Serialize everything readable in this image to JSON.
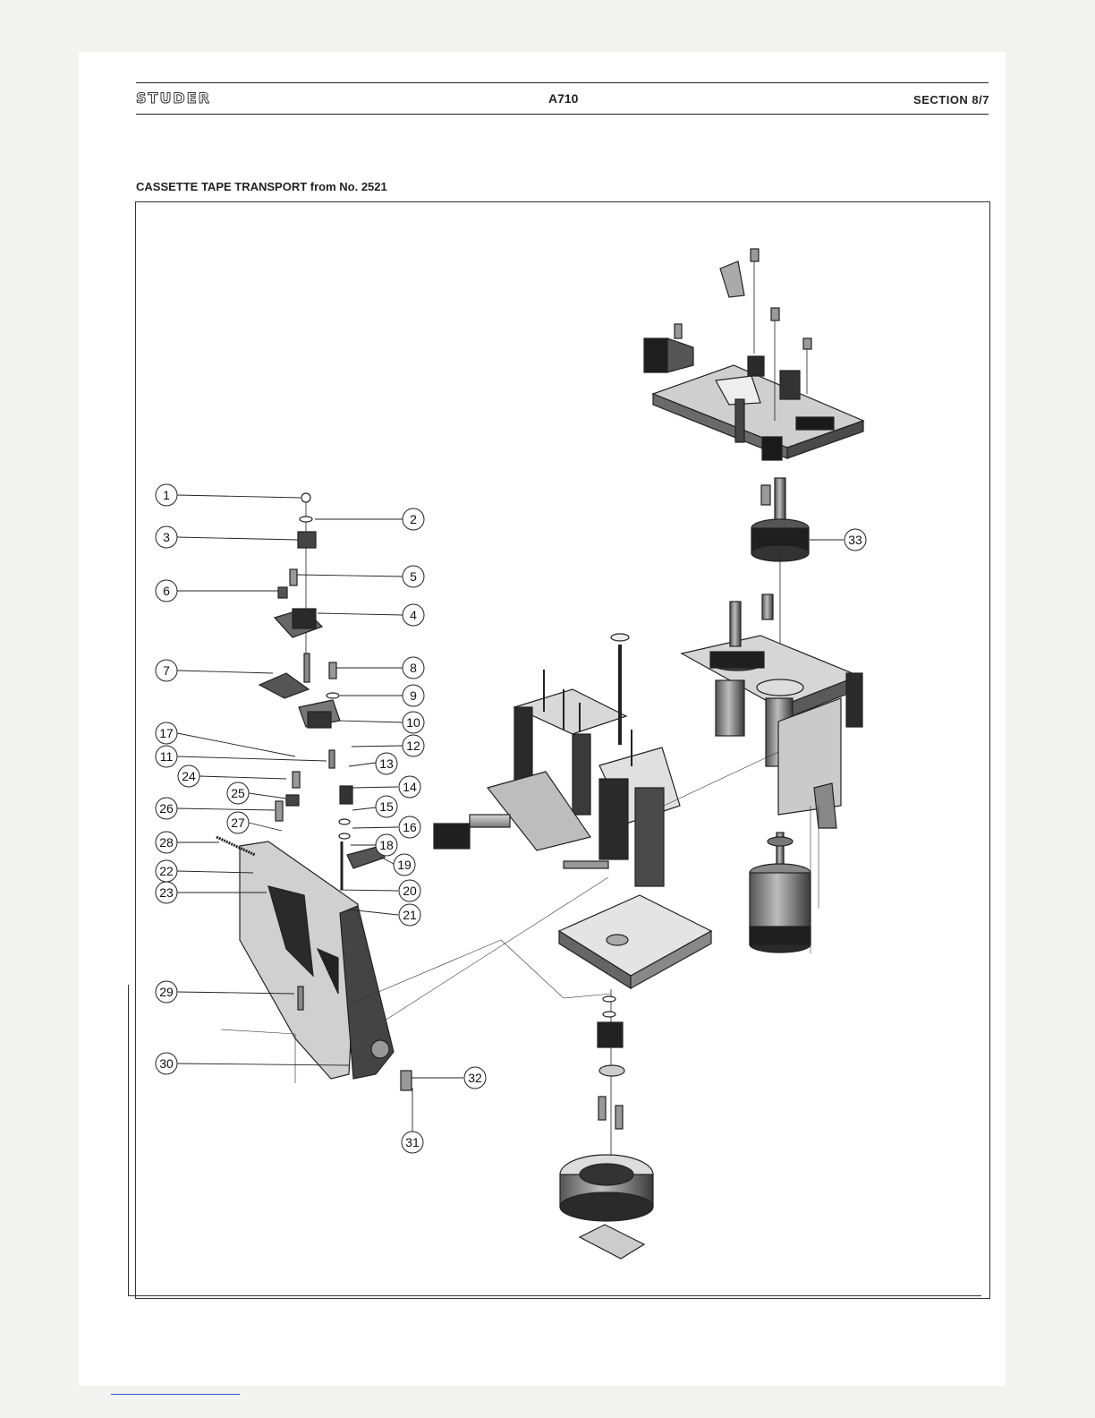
{
  "header": {
    "brand": "STUDER",
    "model": "A710",
    "section": "SECTION 8/7"
  },
  "figure": {
    "title": "CASSETTE TAPE TRANSPORT from No. 2521",
    "callouts": [
      {
        "id": 1,
        "label": "1"
      },
      {
        "id": 2,
        "label": "2"
      },
      {
        "id": 3,
        "label": "3"
      },
      {
        "id": 4,
        "label": "4"
      },
      {
        "id": 5,
        "label": "5"
      },
      {
        "id": 6,
        "label": "6"
      },
      {
        "id": 7,
        "label": "7"
      },
      {
        "id": 8,
        "label": "8"
      },
      {
        "id": 9,
        "label": "9"
      },
      {
        "id": 10,
        "label": "10"
      },
      {
        "id": 11,
        "label": "11"
      },
      {
        "id": 12,
        "label": "12"
      },
      {
        "id": 13,
        "label": "13"
      },
      {
        "id": 14,
        "label": "14"
      },
      {
        "id": 15,
        "label": "15"
      },
      {
        "id": 16,
        "label": "16"
      },
      {
        "id": 17,
        "label": "17"
      },
      {
        "id": 18,
        "label": "18"
      },
      {
        "id": 19,
        "label": "19"
      },
      {
        "id": 20,
        "label": "20"
      },
      {
        "id": 21,
        "label": "21"
      },
      {
        "id": 22,
        "label": "22"
      },
      {
        "id": 23,
        "label": "23"
      },
      {
        "id": 24,
        "label": "24"
      },
      {
        "id": 25,
        "label": "25"
      },
      {
        "id": 26,
        "label": "26"
      },
      {
        "id": 27,
        "label": "27"
      },
      {
        "id": 28,
        "label": "28"
      },
      {
        "id": 29,
        "label": "29"
      },
      {
        "id": 30,
        "label": "30"
      },
      {
        "id": 31,
        "label": "31"
      },
      {
        "id": 32,
        "label": "32"
      },
      {
        "id": 33,
        "label": "33"
      }
    ]
  }
}
